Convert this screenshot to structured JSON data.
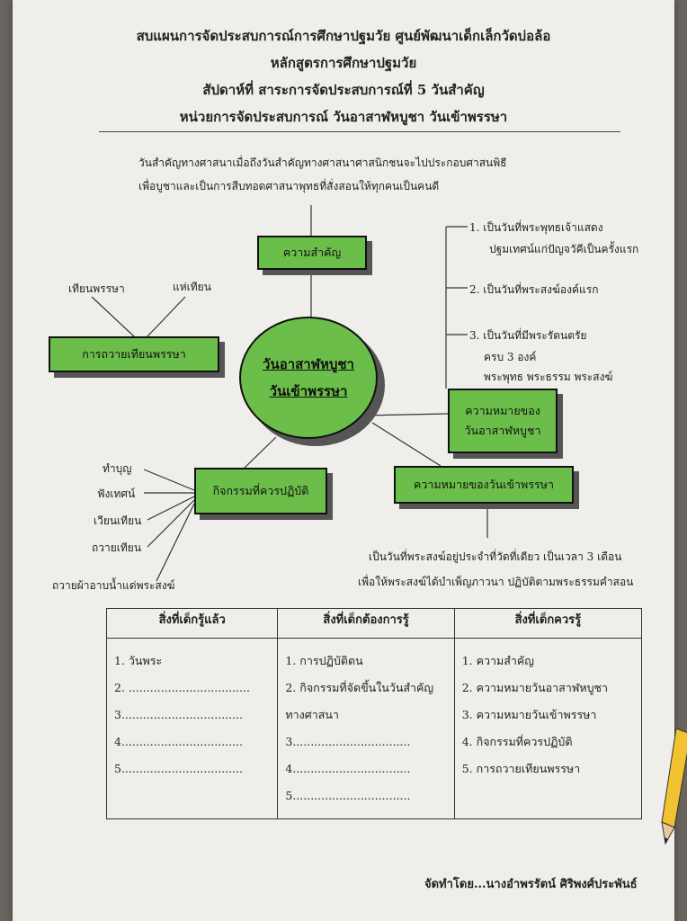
{
  "header": {
    "line1": "สบแผนการจัดประสบการณ์การศึกษาปฐมวัย   ศูนย์พัฒนาเด็กเล็กวัดบ่อล้อ",
    "line2": "หลักสูตรการศึกษาปฐมวัย",
    "line3": "สัปดาห์ที่   สาระการจัดประสบการณ์ที่ 5 วันสำคัญ",
    "line4": "หน่วยการจัดประสบการณ์   วันอาสาฬหบูชา  วันเข้าพรรษา"
  },
  "intro": {
    "line1": "วันสำคัญทางศาสนาเมื่อถึงวันสำคัญทางศาสนาศาสนิกชนจะไปประกอบศาสนพิธี",
    "line2": "เพื่อบูชาและเป็นการสืบทอดศาสนาพุทธที่สั่งสอนให้ทุกคนเป็นคนดี"
  },
  "mindmap": {
    "center_line1": "วันอาสาฬหบูชา",
    "center_line2": "วันเข้าพรรษา",
    "importance": "ความสำคัญ",
    "candle_offering": "การถวายเทียนพรรษา",
    "candle_left": "เทียนพรรษา",
    "candle_right": "แห่เทียน",
    "activities": "กิจกรรมที่ควรปฏิบัติ",
    "activity_items": [
      "ทำบุญ",
      "ฟังเทศน์",
      "เวียนเทียน",
      "ถวายเทียน",
      "ถวายผ้าอาบน้ำแด่พระสงฆ์"
    ],
    "meaning_asanha_line1": "ความหมายของ",
    "meaning_asanha_line2": "วันอาสาฬหบูชา",
    "meaning_points": {
      "p1a": "1. เป็นวันที่พระพุทธเจ้าแสดง",
      "p1b": "ปฐมเทศน์แก่ปัญจวัคีเป็นครั้งแรก",
      "p2": "2. เป็นวันที่พระสงฆ์องค์แรก",
      "p3a": "3. เป็นวันที่มีพระรัตนตรัย",
      "p3b": "ครบ 3 องค์",
      "p3c": "พระพุทธ  พระธรรม  พระสงฆ์"
    },
    "meaning_lent": "ความหมายของวันเข้าพรรษา",
    "lent_desc_line1": "เป็นวันที่พระสงฆ์อยู่ประจำที่วัดที่เดียว  เป็นเวลา 3 เดือน",
    "lent_desc_line2": "เพื่อให้พระสงฆ์ได้บำเพ็ญภาวนา  ปฏิบัติตามพระธรรมคำสอน"
  },
  "table": {
    "headers": [
      "สิ่งที่เด็กรู้แล้ว",
      "สิ่งที่เด็กต้องการรู้",
      "สิ่งที่เด็กควรรู้"
    ],
    "col1": [
      "1. วันพระ",
      "2. ..................................",
      "3..................................",
      "4..................................",
      "5.................................."
    ],
    "col2": [
      "1. การปฏิบัติตน",
      "2.  กิจกรรมที่จัดขึ้นในวันสำคัญ",
      "ทางศาสนา",
      "3.................................",
      "4.................................",
      "5................................."
    ],
    "col3": [
      "1.  ความสำคัญ",
      "2.  ความหมายวันอาสาฬหบูชา",
      "3.  ความหมายวันเข้าพรรษา",
      "4.  กิจกรรมที่ควรปฏิบัติ",
      "5. การถวายเทียนพรรษา"
    ]
  },
  "footer": "จัดทำโดย...นางอำพรรัตน์  ศิริพงศ์ประพันธ์",
  "colors": {
    "box_green": "#6cbe4a",
    "paper": "#efeeea"
  }
}
